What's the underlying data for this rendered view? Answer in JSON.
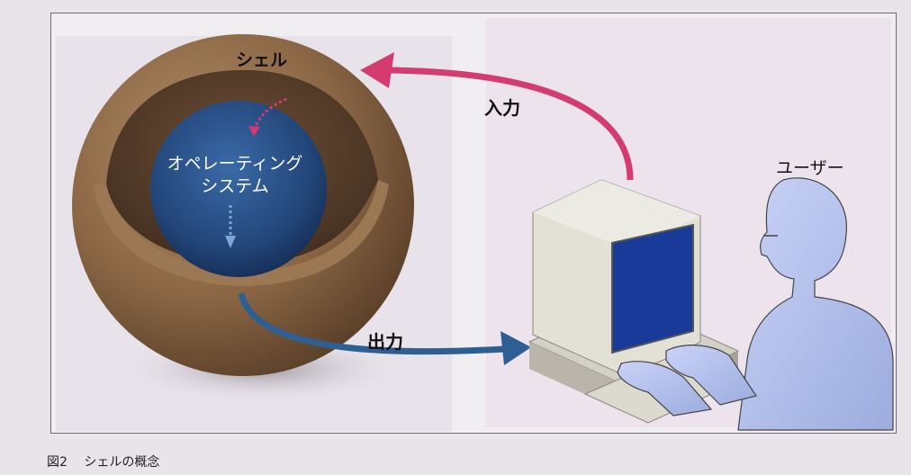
{
  "diagram": {
    "labels": {
      "shell": "シェル",
      "os_line1": "オペレーティング",
      "os_line2": "システム",
      "input": "入力",
      "output": "出力",
      "user": "ユーザー"
    },
    "caption": {
      "figure": "図2",
      "title": "シェルの概念"
    },
    "colors": {
      "shell_brown": "#8a6645",
      "shell_inner": "#5b4230",
      "os_blue": "#23467a",
      "input_arrow": "#d43b6e",
      "output_arrow": "#2e5f93",
      "computer_beige": "#e3e0d6",
      "screen_blue": "#1a3a9a",
      "user_blue": "#b6c3f0"
    }
  }
}
